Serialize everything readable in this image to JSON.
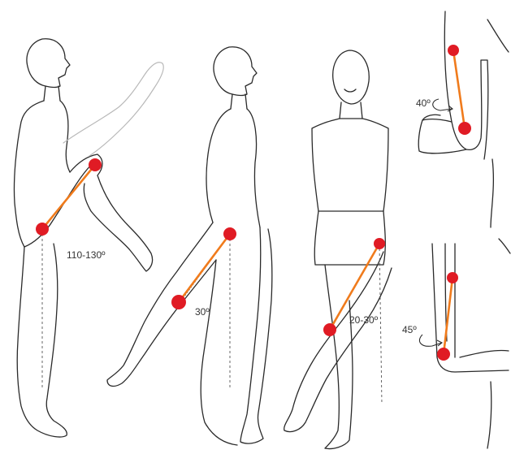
{
  "colors": {
    "marker": "#e01b24",
    "segment": "#f07b1c",
    "outline": "#2a2a2a"
  },
  "panels": [
    {
      "name": "hip-flexion",
      "label": "110-130º"
    },
    {
      "name": "hip-extension",
      "label": "30º"
    },
    {
      "name": "hip-adduction",
      "label": "20-30º"
    },
    {
      "name": "hip-internal-rotation",
      "label": "40º"
    },
    {
      "name": "hip-external-rotation",
      "label": "45º"
    }
  ]
}
